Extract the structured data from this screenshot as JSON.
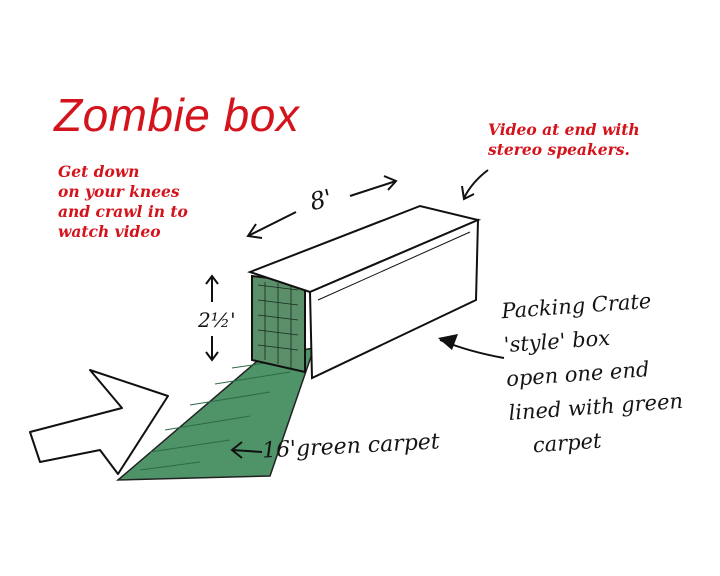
{
  "title": "Zombie box",
  "notes": {
    "instructions": [
      "Get down",
      "on your knees",
      "and crawl in to",
      "watch video"
    ],
    "video": [
      "Video at end with",
      "stereo speakers."
    ]
  },
  "handwritten": {
    "length": "8'",
    "height": "2½'",
    "carpet": "16'green carpet",
    "crate": [
      "Packing Crate",
      "'style' box",
      "open one end",
      "lined with green",
      "carpet"
    ]
  },
  "colors": {
    "accent_red": "#d4141c",
    "carpet_green": "#4e9468",
    "ink": "#141414"
  }
}
